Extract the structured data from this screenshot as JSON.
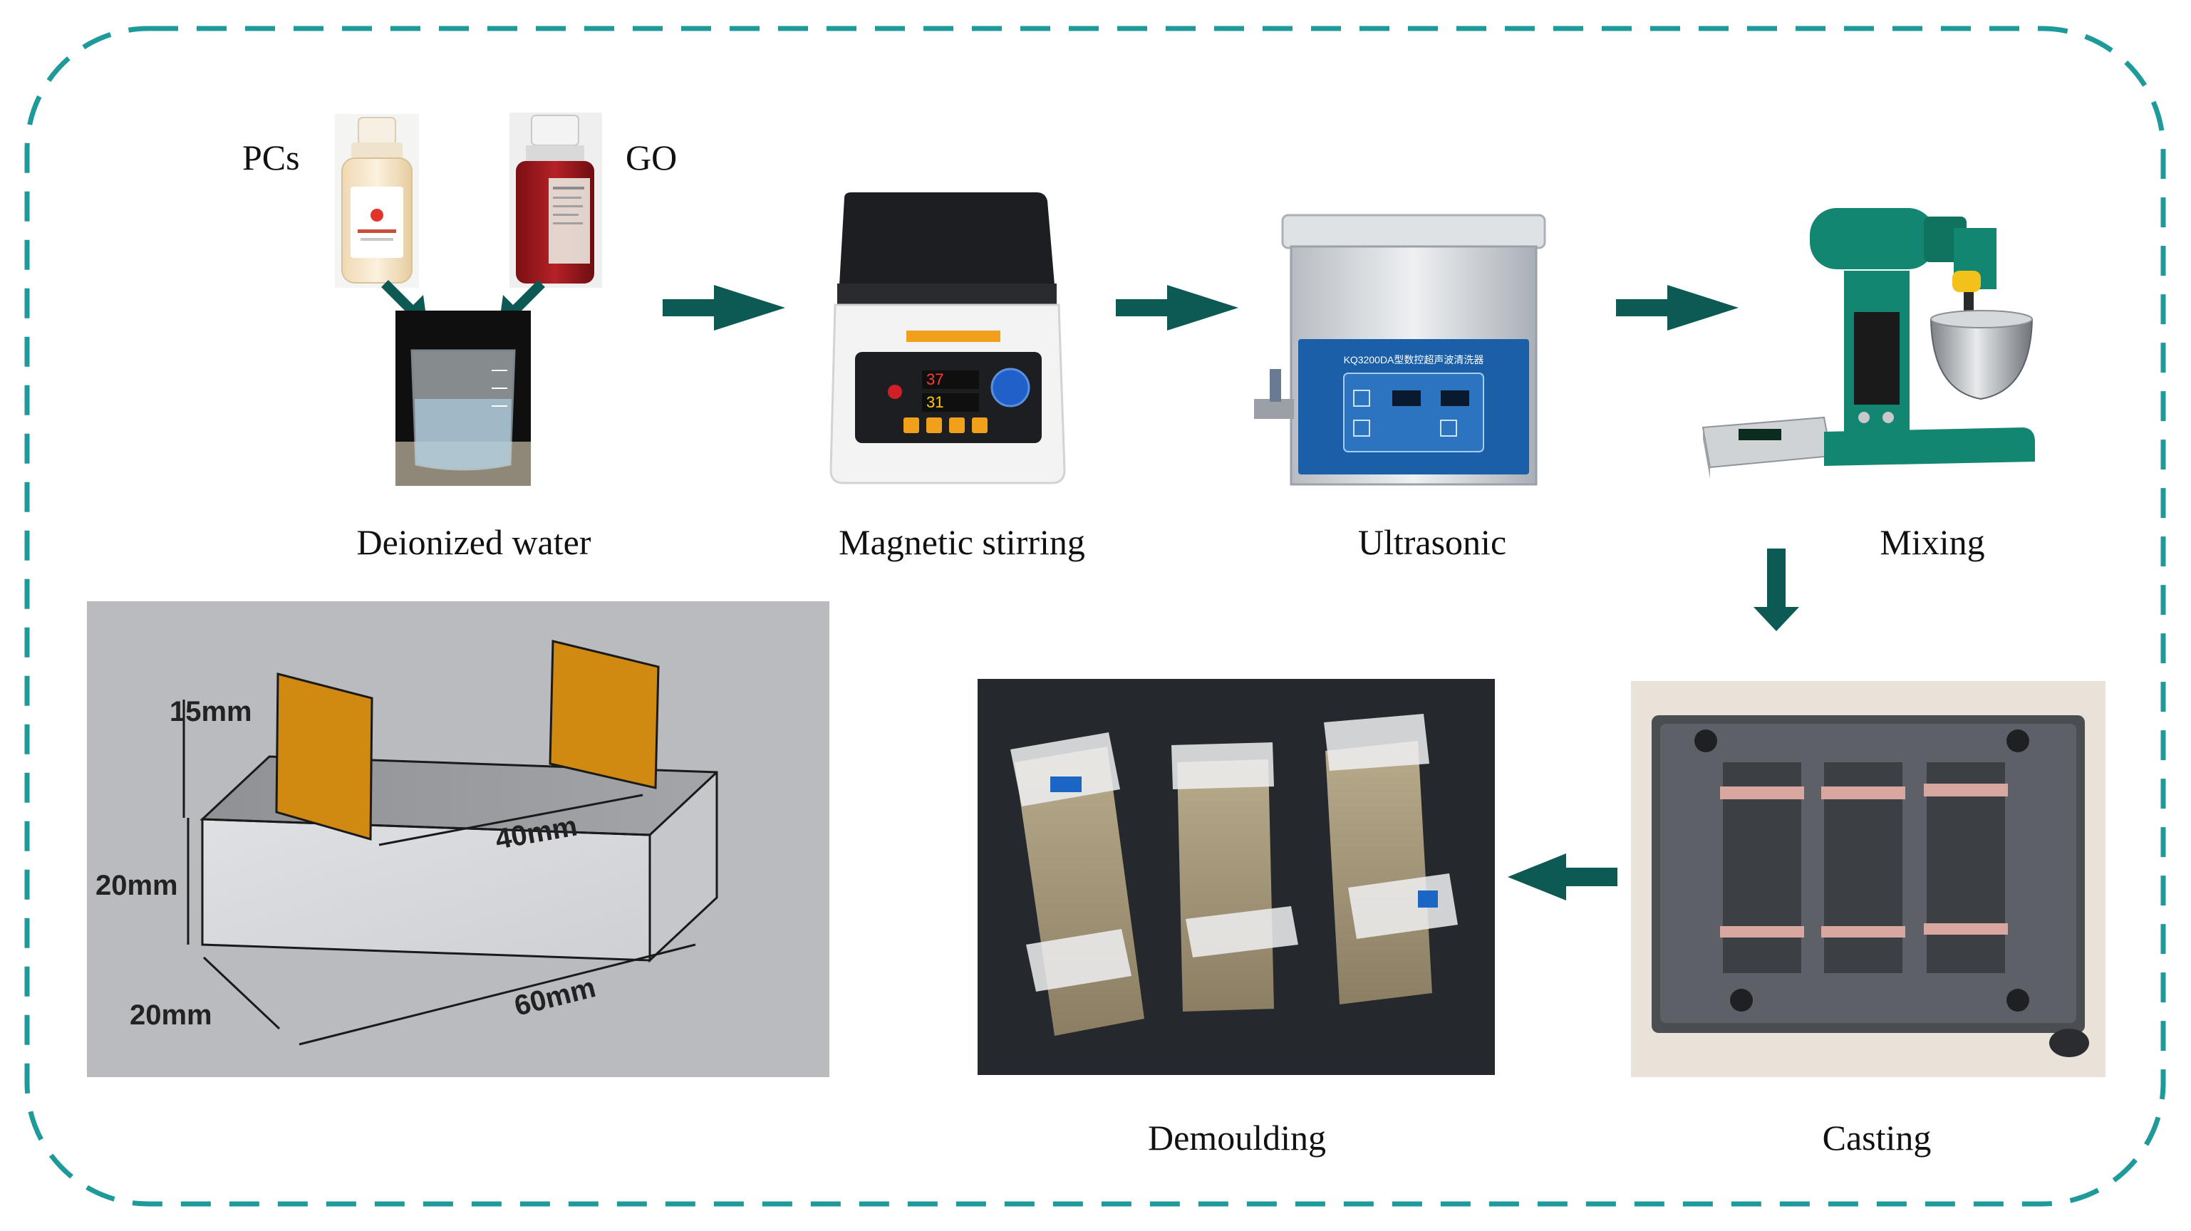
{
  "colors": {
    "border": "#1e9a9a",
    "arrow": "#0d5a55",
    "electrode": "#d08a12",
    "panel_blue": "#1b5fa8",
    "mixer_green": "#128670",
    "sample_bg": "#b9bbbf"
  },
  "inputs": {
    "pcs": "PCs",
    "go": "GO"
  },
  "steps": {
    "deionized_water": "Deionized water",
    "magnetic_stirring": "Magnetic stirring",
    "ultrasonic": "Ultrasonic",
    "mixing": "Mixing",
    "casting": "Casting",
    "demoulding": "Demoulding"
  },
  "specimen": {
    "electrode_height": "15mm",
    "electrode_spacing": "40mm",
    "height": "20mm",
    "width": "20mm",
    "length": "60mm"
  },
  "ultrasonic_panel_text": "KQ3200DA型数控超声波清洗器",
  "icons": {
    "flow_arrow": "arrow-right-icon",
    "down_arrow": "arrow-down-icon",
    "left_arrow": "arrow-left-icon"
  }
}
